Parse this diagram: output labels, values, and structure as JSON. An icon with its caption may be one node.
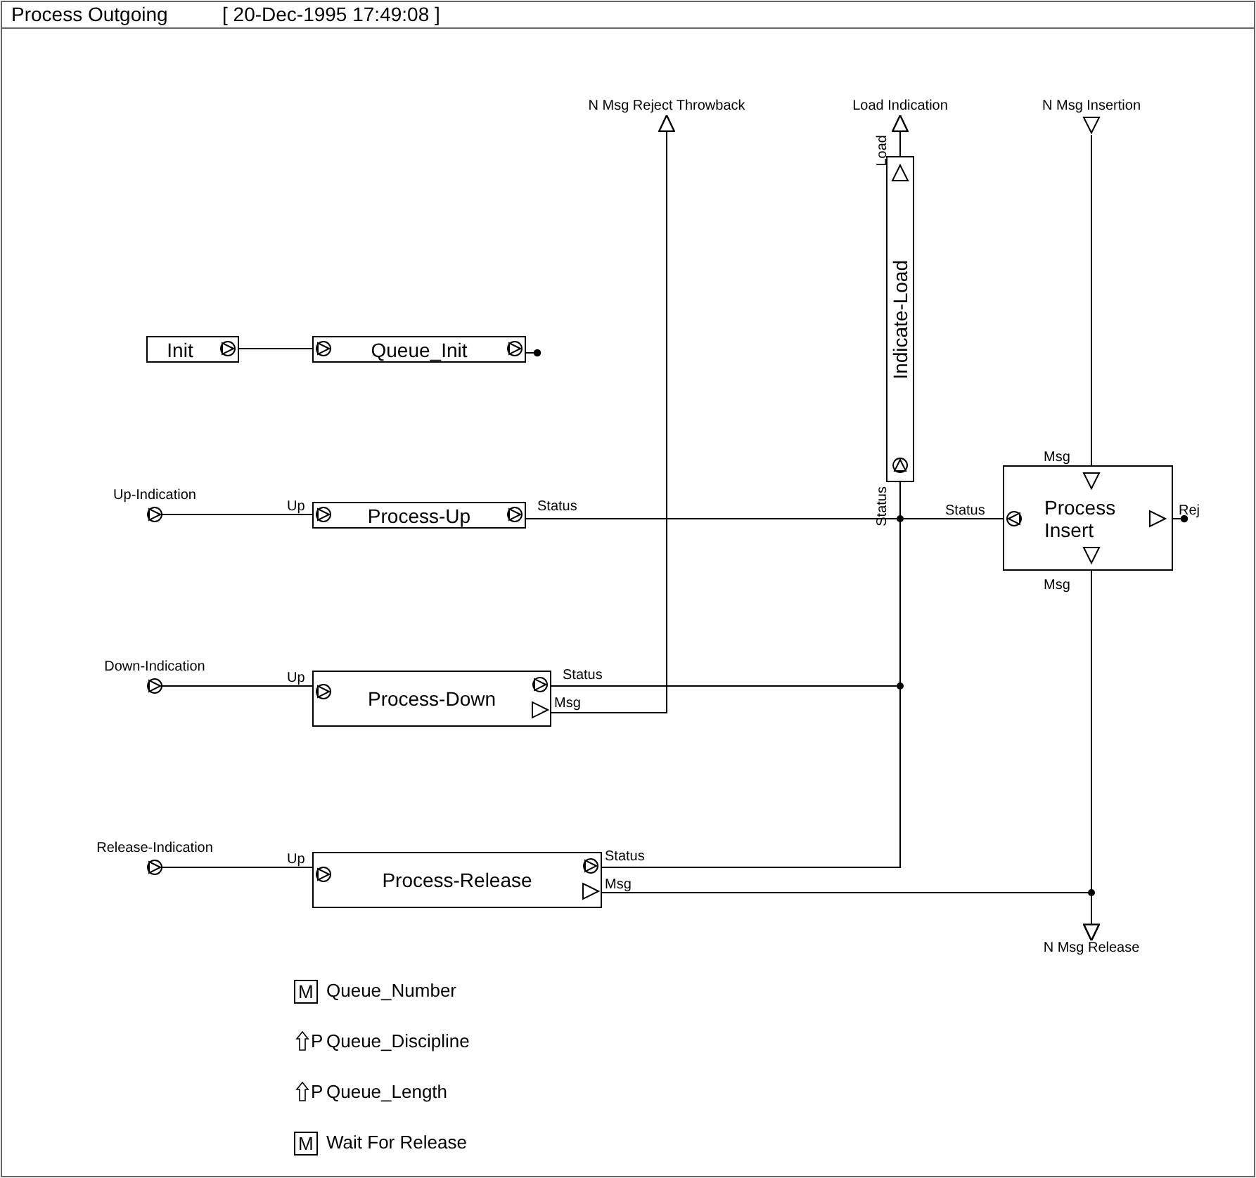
{
  "diagram": {
    "title": "Process Outgoing",
    "nodes": [
      {
        "text": [
          "Init"
        ]
      },
      {
        "text": [
          "Queue_Init"
        ]
      },
      {
        "text": [
          "N Msg Reject Throwback"
        ]
      },
      {
        "text": [
          "Load Indication"
        ]
      },
      {
        "text": [
          "N Msg Insertion"
        ]
      },
      {
        "text": [
          "Indicate-Load"
        ],
        "beside": [
          "Load",
          "Status"
        ]
      },
      {
        "text": [
          "Up-Indication"
        ]
      },
      {
        "text": [
          "Process-Up"
        ],
        "beside": [
          "Up",
          "Status"
        ]
      },
      {
        "text": [
          "Process Insert"
        ],
        "beside": [
          "Msg",
          "Status",
          "Rej",
          "Msg"
        ]
      },
      {
        "text": [
          "Down-Indication"
        ]
      },
      {
        "text": [
          "Process-Down"
        ],
        "beside": [
          "Up",
          "Status",
          "Msg"
        ]
      },
      {
        "text": [
          "Release-Indication"
        ]
      },
      {
        "text": [
          "Process-Release"
        ],
        "beside": [
          "Up",
          "Status",
          "Msg"
        ]
      },
      {
        "text": [
          "N Msg Release"
        ]
      }
    ],
    "edges": [
      {
        "from": 0,
        "to": 1,
        "arrow": "none"
      },
      {
        "from": 1,
        "to": null,
        "arrow": "other"
      },
      {
        "from": 6,
        "to": 7,
        "arrow": "none"
      },
      {
        "from": 7,
        "to": 8,
        "arrow": "none"
      },
      {
        "from": 7,
        "to": 5,
        "arrow": "none"
      },
      {
        "from": 9,
        "to": 10,
        "arrow": "none"
      },
      {
        "from": 10,
        "to": 8,
        "arrow": "none"
      },
      {
        "from": 10,
        "to": 5,
        "arrow": "none"
      },
      {
        "from": 10,
        "to": 2,
        "arrow": "to"
      },
      {
        "from": 11,
        "to": 12,
        "arrow": "none"
      },
      {
        "from": 12,
        "to": 8,
        "arrow": "none"
      },
      {
        "from": 12,
        "to": 5,
        "arrow": "none"
      },
      {
        "from": 12,
        "to": 13,
        "arrow": "to"
      },
      {
        "from": 8,
        "to": 13,
        "arrow": "to"
      },
      {
        "from": 4,
        "to": 8,
        "arrow": "none"
      },
      {
        "from": 5,
        "to": 3,
        "arrow": "to"
      },
      {
        "from": 8,
        "to": null,
        "arrow": "other"
      }
    ],
    "labels": [
      "[ 20-Dec-1995 17:49:08 ]",
      "M",
      "Queue_Number",
      "P",
      "Queue_Discipline",
      "P",
      "Queue_Length",
      "M",
      "Wait For Release"
    ]
  }
}
